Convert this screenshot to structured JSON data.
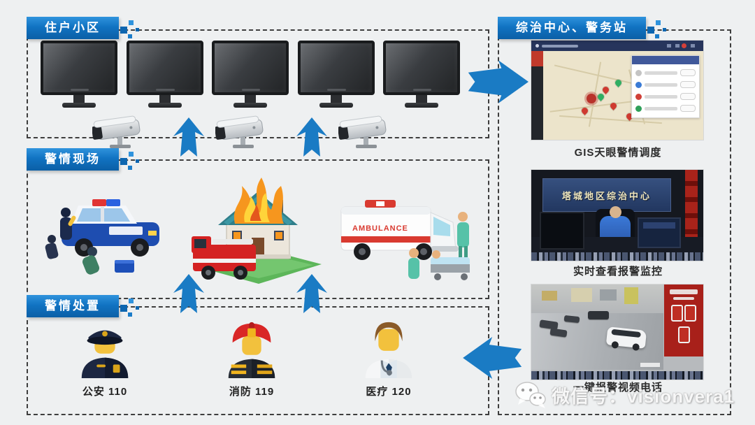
{
  "community": {
    "label": "住户小区",
    "monitor_count": 5,
    "camera_count": 3
  },
  "scene": {
    "label": "警情现场"
  },
  "response": {
    "label": "警情处置",
    "responders": [
      {
        "type": "police",
        "label": "公安 110"
      },
      {
        "type": "firefighter",
        "label": "消防 119"
      },
      {
        "type": "doctor",
        "label": "医疗 120"
      }
    ]
  },
  "center": {
    "label": "综治中心、警务站",
    "panels": [
      {
        "caption": "GIS天眼警情调度"
      },
      {
        "caption": "实时查看报警监控",
        "banner": "塔城地区综治中心"
      },
      {
        "caption": "一键报警视频电话"
      }
    ]
  },
  "ambulance_text": "AMBULANCE",
  "watermark": {
    "text": "微信号：visionvera1"
  },
  "colors": {
    "accent_blue": "#1173c2",
    "arrow_blue": "#1a7bc4",
    "alarm_red": "#d42222",
    "map_beige": "#ece4cb"
  }
}
